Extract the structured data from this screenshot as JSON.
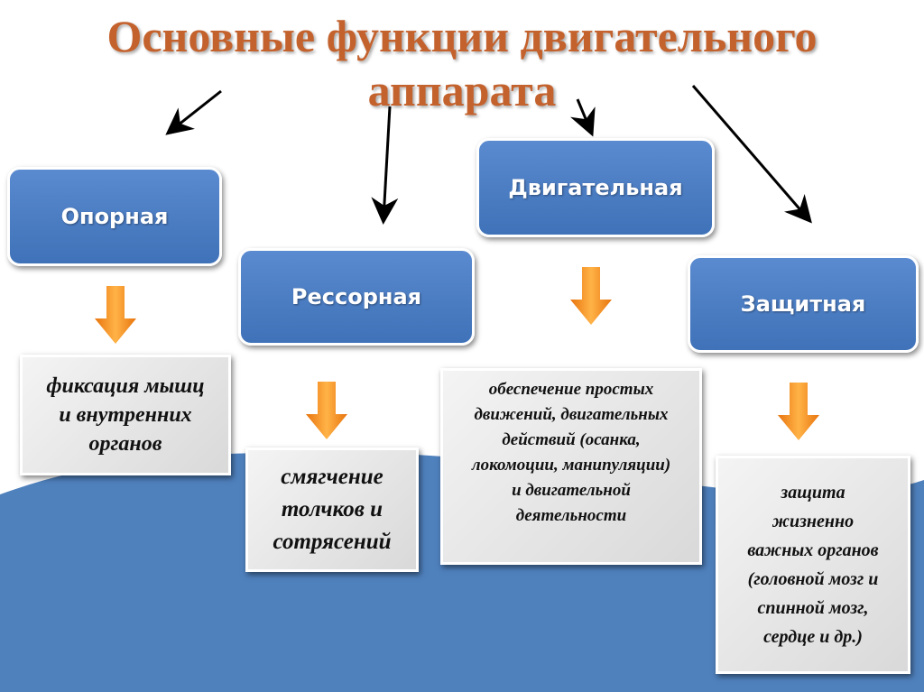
{
  "title": {
    "line1": "Основные функции двигательного",
    "line2": "аппарата"
  },
  "functions": [
    {
      "name": "Опорная",
      "description": "фиксация мышц\nи внутренних\nорганов"
    },
    {
      "name": "Рессорная",
      "description": "смягчение\nтолчков и\nсотрясений"
    },
    {
      "name": "Двигательная",
      "description": "обеспечение простых\nдвижений, двигательных\nдействий (осанка,\nлокомоции, манипуляции)\nи двигательной\nдеятельности"
    },
    {
      "name": "Защитная",
      "description": "защита\nжизненно\nважных органов\n(головной мозг и\nспинной мозг,\nсердце и др.)"
    }
  ],
  "colors": {
    "title": "#c4622d",
    "box": "#4a7cc0",
    "wave": "#4f81bd",
    "arrow": "#f08a1c"
  }
}
